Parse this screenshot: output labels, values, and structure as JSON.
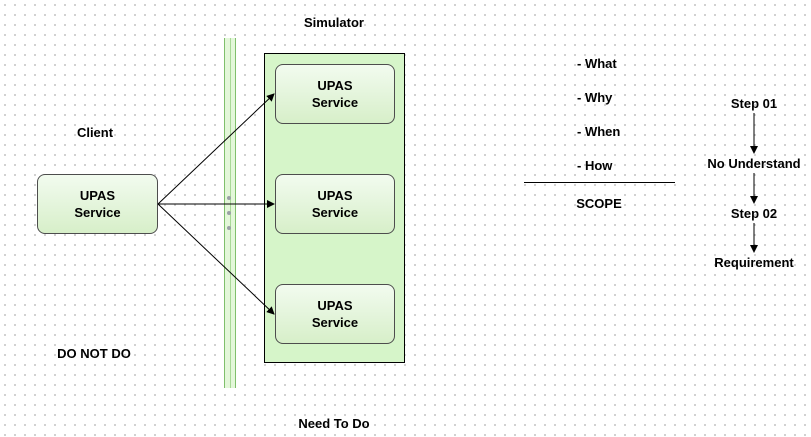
{
  "diagram": {
    "simulator_title": "Simulator",
    "client_label": "Client",
    "do_not_do_label": "DO NOT DO",
    "need_to_do_label": "Need To Do",
    "client_service": {
      "line1": "UPAS",
      "line2": "Service"
    },
    "simulator_services": [
      {
        "line1": "UPAS",
        "line2": "Service"
      },
      {
        "line1": "UPAS",
        "line2": "Service"
      },
      {
        "line1": "UPAS",
        "line2": "Service"
      }
    ],
    "scope_items": [
      "- What",
      "- Why",
      "- When",
      "- How"
    ],
    "scope_label": "SCOPE",
    "flow_steps": [
      "Step 01",
      "No Understand",
      "Step 02",
      "Requirement"
    ]
  },
  "colors": {
    "container_fill": "#d6f5c9",
    "box_gradient_top": "#f2fbef",
    "box_gradient_bottom": "#d7efc9",
    "lane_fill": "#e3f7d9",
    "lane_border": "#7fbf6b",
    "grid_dot": "#c8c8c8",
    "connector": "#000000"
  }
}
